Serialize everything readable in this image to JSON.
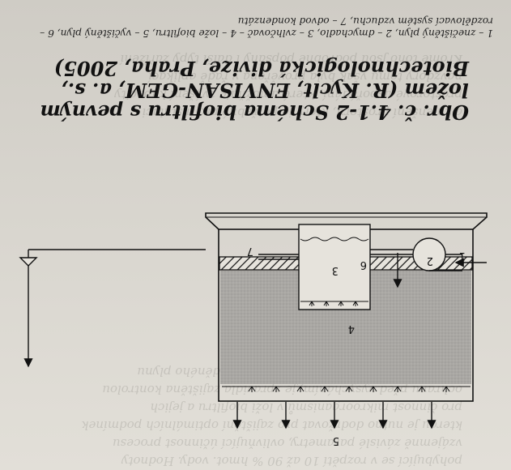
{
  "diagram": {
    "labels": {
      "inlet": "1",
      "blower": "2",
      "humidifier": "3",
      "bed": "4",
      "outlet": "5",
      "distribution": "6",
      "condensate": "7"
    }
  },
  "caption": {
    "title": "Obr. č. 4.1-2 Schéma biofiltru s pevným ložem (R. Kyclt, ENVISAN-GEM, a. s., Biotechnologická divize, Praha, 2005)",
    "legend": "1 – znečištěný plyn, 2 – dmychadlo, 3 – zvlhčovač – 4 – lože biofiltru, 5 – vyčištěný plyn, 6 – rozdělovací systém vzduchu, 7 – odvod kondenzátu"
  },
  "background_text": {
    "top": [
      "pohybující se v rozpětí 10 až 90 % hmot. vody. Hodnoty",
      "vzájemně závislé parametry, ovlivňující účinnost procesu",
      "kterou je nutno dodržovat pro zajištění optimálních podmínek",
      "pro činnost mikroorganismů v loži biofiltru a jejich",
      "ochranu před vysycháním, je zpravidla zajištěna kontrolou",
      "biomasy a kontrolovanou vlhkostí přiváděného plynu"
    ],
    "bottom": [
      "a zmenšení prostoru, který je potřebný pro instalaci",
      "prostorové uspořádání, které umožňuje zvýšení kapacity",
      "navzdory tomu však byla prověřena v řadě aplikací",
      "Kromě toho jsou podrobně popsány i další typy zařízení"
    ]
  },
  "colors": {
    "ink": "#111111",
    "paper": "#dedbd4",
    "bed": "#a9a7a3"
  }
}
